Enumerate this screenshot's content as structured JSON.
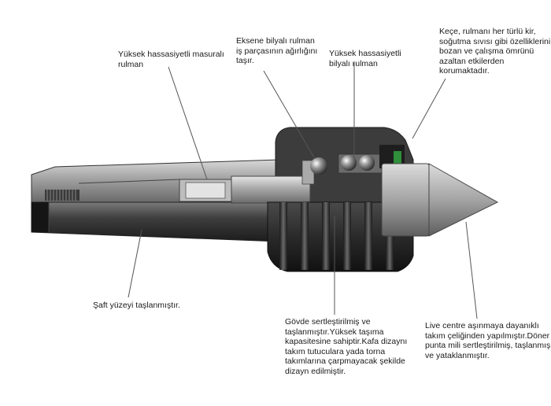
{
  "callouts": {
    "roller_bearing": "Yüksek hassasiyetli masuralı\nrulman",
    "axial_bearing": "Eksene bilyalı rulman\niş parçasının ağırlığını\ntaşır.",
    "ball_bearing": "Yüksek hassasiyetli\nbilyalı rulman",
    "seal": "Keçe, rulmanı her türlü kir,\nsoğutma sıvısı gibi özelliklerini\nbozan ve çalışma ömrünü\nazaltan etkilerden\nkorumaktadır.",
    "shaft": "Şaft yüzeyi taşlanmıştır.",
    "body": "Gövde sertleştirilmiş ve\ntaşlanmıştır.Yüksek taşıma\nkapasitesine sahiptir.Kafa dizaynı\ntakım tutuculara yada torna\ntakımlarına çarpmayacak şekilde\ndizayn edilmiştir.",
    "tip": "Live centre aşınmaya dayanıklı\ntakım çeliğinden yapılmıştır.Döner\npunta mili sertleştirilmiş, taşlanmış\nve yataklanmıştır."
  },
  "colors": {
    "background": "#ffffff",
    "steel_light": "#b8b8b8",
    "steel_dark": "#5a5a5a",
    "body_dark": "#2b2b2b",
    "seal_green": "#2f8f3a",
    "leader_line": "#555555"
  }
}
